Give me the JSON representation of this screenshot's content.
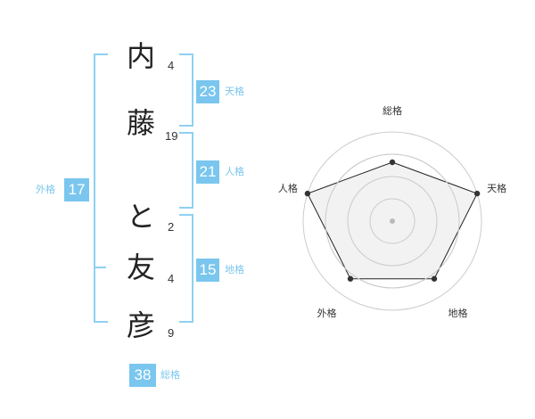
{
  "name": {
    "characters": [
      {
        "char": "内",
        "strokes": "4"
      },
      {
        "char": "藤",
        "strokes": "19"
      },
      {
        "char": "と",
        "strokes": "2"
      },
      {
        "char": "友",
        "strokes": "4"
      },
      {
        "char": "彦",
        "strokes": "9"
      }
    ]
  },
  "kakusu": {
    "tenkaku": {
      "value": "23",
      "label": "天格"
    },
    "jinkaku": {
      "value": "21",
      "label": "人格"
    },
    "chikaku": {
      "value": "15",
      "label": "地格"
    },
    "gaikaku": {
      "value": "17",
      "label": "外格"
    },
    "soukaku": {
      "value": "38",
      "label": "総格"
    }
  },
  "chart_data": {
    "type": "radar",
    "axes": [
      "総格",
      "天格",
      "地格",
      "外格",
      "人格"
    ],
    "values": [
      0.66,
      1.0,
      0.8,
      0.8,
      1.0
    ],
    "rings": 4,
    "colors": {
      "fill": "#f0f0f0",
      "line": "#222222",
      "grid": "#cccccc",
      "center": "#bbbbbb"
    }
  }
}
